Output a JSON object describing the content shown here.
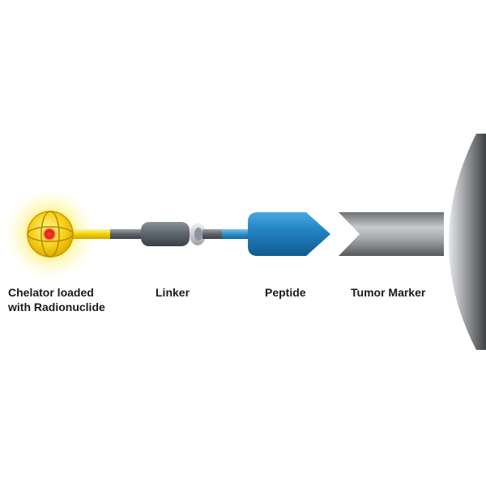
{
  "labels": {
    "chelator_line1": "Chelator loaded",
    "chelator_line2": "with Radionuclide",
    "linker": "Linker",
    "peptide": "Peptide",
    "tumor_marker": "Tumor Marker"
  },
  "colors": {
    "glow": "#fff27a",
    "chelator_sphere": "#f5c800",
    "radionuclide_core": "#e0201a",
    "yellow_rod": "#f0d200",
    "gray_rod": "#6c7278",
    "linker_body": "#5f6870",
    "linker_ring": "#d4d7da",
    "blue_rod": "#2c8fc8",
    "peptide": "#1e7bbd",
    "tumor_marker": "#8a8d90",
    "tumor_cell": "#7a7d80"
  },
  "icons": {
    "chelator": "chelator-sphere-icon",
    "peptide": "peptide-arrow-icon",
    "tumor_marker": "tumor-marker-receptor-icon"
  }
}
